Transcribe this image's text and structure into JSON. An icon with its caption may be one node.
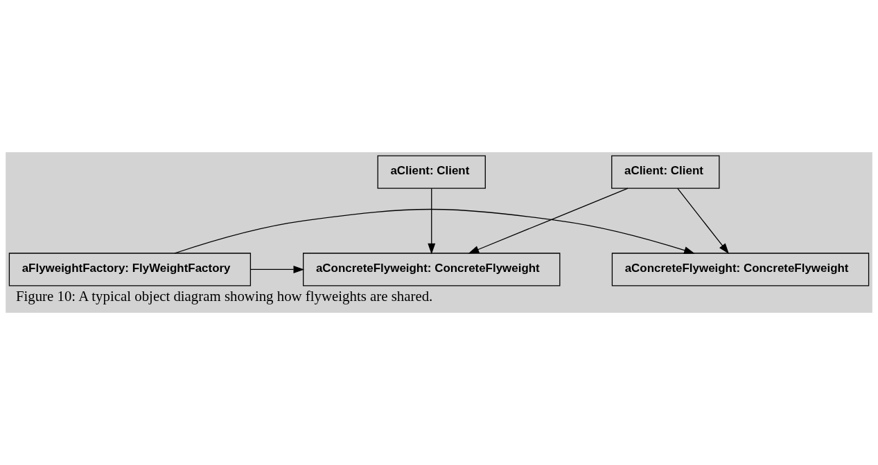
{
  "diagram": {
    "caption": "Figure 10: A typical object diagram showing how flyweights are shared.",
    "nodes": [
      {
        "text": [
          "aClient: Client"
        ]
      },
      {
        "text": [
          "aClient: Client"
        ]
      },
      {
        "text": [
          "aFlyweightFactory: FlyWeightFactory"
        ]
      },
      {
        "text": [
          "aConcreteFlyweight: ConcreteFlyweight"
        ]
      },
      {
        "text": [
          "aConcreteFlyweight: ConcreteFlyweight"
        ]
      }
    ],
    "edges": [
      {
        "from": 0,
        "to": 3,
        "arrow": "to"
      },
      {
        "from": 1,
        "to": 3,
        "arrow": "to"
      },
      {
        "from": 1,
        "to": 4,
        "arrow": "to"
      },
      {
        "from": 2,
        "to": 3,
        "arrow": "to"
      },
      {
        "from": 2,
        "to": 4,
        "arrow": "to"
      }
    ]
  }
}
